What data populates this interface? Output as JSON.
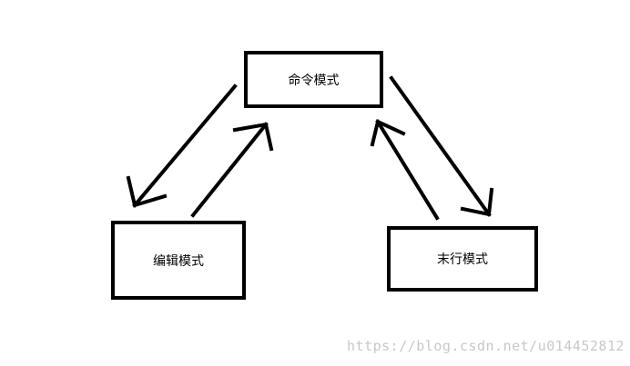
{
  "diagram": {
    "nodes": [
      {
        "id": "command",
        "label": "命令模式"
      },
      {
        "id": "edit",
        "label": "编辑模式"
      },
      {
        "id": "last_line",
        "label": "末行模式"
      }
    ],
    "edges": [
      {
        "from": "command",
        "to": "edit"
      },
      {
        "from": "edit",
        "to": "command"
      },
      {
        "from": "command",
        "to": "last_line"
      },
      {
        "from": "last_line",
        "to": "command"
      }
    ],
    "colors": {
      "stroke": "#000000",
      "background": "#ffffff",
      "watermark": "#c8c8c8"
    }
  },
  "watermark": "https://blog.csdn.net/u014452812"
}
